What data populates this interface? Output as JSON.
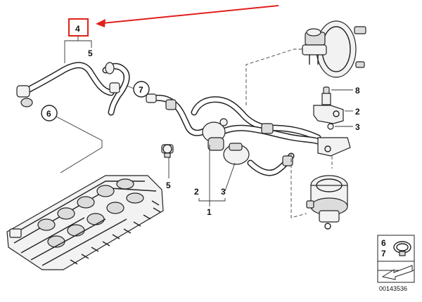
{
  "callouts": {
    "highlighted_part": "4",
    "part_5_top": "5",
    "part_6_circle": "6",
    "part_7_circle": "7",
    "part_8": "8",
    "part_2_right": "2",
    "part_3_right": "3",
    "part_5_clip": "5",
    "part_2_bottom": "2",
    "part_3_bottom": "3",
    "part_1": "1",
    "legend_6": "6",
    "legend_7": "7"
  },
  "diagram_id": "00143536",
  "colors": {
    "highlight": "#e0201b",
    "line": "#222222"
  }
}
